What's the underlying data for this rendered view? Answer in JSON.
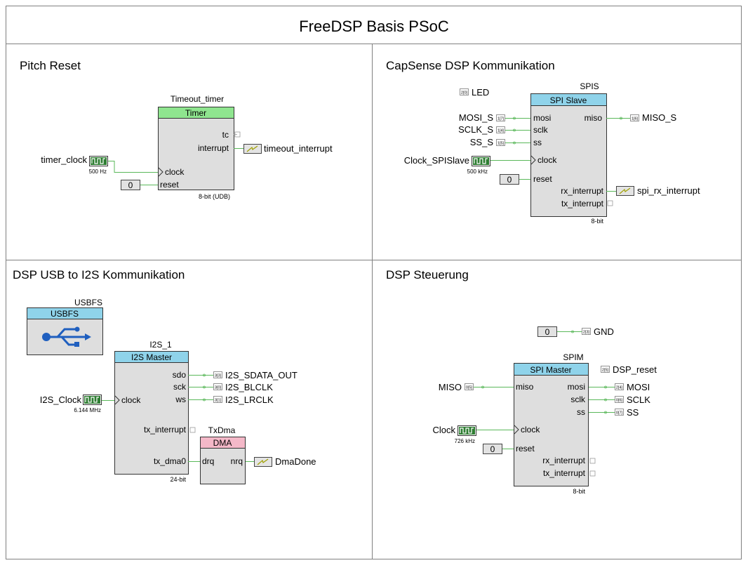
{
  "title": "FreeDSP Basis PSoC",
  "colors": {
    "timer_header": "#8fe58f",
    "spi_header": "#8fd3ea",
    "dma_header": "#f4b8c8",
    "component_fill": "#dedede",
    "wire": "#5ab85a",
    "clock_icon": "#2e7d32"
  },
  "pitch_reset": {
    "section_title": "Pitch Reset",
    "timer": {
      "instance": "Timeout_timer",
      "type": "Timer",
      "footer": "8-bit (UDB)",
      "pins": {
        "tc": "tc",
        "interrupt": "interrupt",
        "clock": "clock",
        "reset": "reset"
      }
    },
    "clock": {
      "name": "timer_clock",
      "freq": "500 Hz"
    },
    "reset_const": "0",
    "interrupt_name": "timeout_interrupt"
  },
  "capsense": {
    "section_title": "CapSense DSP Kommunikation",
    "led": {
      "name": "LED",
      "pin": "2[0]"
    },
    "spi": {
      "instance": "SPIS",
      "type": "SPI Slave",
      "footer": "8-bit",
      "pins": {
        "mosi": "mosi",
        "miso": "miso",
        "sclk": "sclk",
        "ss": "ss",
        "clock": "clock",
        "reset": "reset",
        "rx_interrupt": "rx_interrupt",
        "tx_interrupt": "tx_interrupt"
      }
    },
    "inputs": [
      {
        "name": "MOSI_S",
        "pin": "1[7]"
      },
      {
        "name": "SCLK_S",
        "pin": "1[4]"
      },
      {
        "name": "SS_S",
        "pin": "1[5]"
      }
    ],
    "output": {
      "name": "MISO_S",
      "pin": "1[6]"
    },
    "clock": {
      "name": "Clock_SPISlave",
      "freq": "500 kHz"
    },
    "reset_const": "0",
    "interrupt_name": "spi_rx_interrupt"
  },
  "usb_i2s": {
    "section_title": "DSP USB to I2S Kommunikation",
    "usb": {
      "instance": "USBFS",
      "type": "USBFS"
    },
    "i2s": {
      "instance": "I2S_1",
      "type": "I2S Master",
      "footer": "24-bit",
      "pins": {
        "sdo": "sdo",
        "sck": "sck",
        "ws": "ws",
        "clock": "clock",
        "tx_interrupt": "tx_interrupt",
        "tx_dma0": "tx_dma0"
      }
    },
    "outputs": [
      {
        "name": "I2S_SDATA_OUT",
        "pin": "3[3]"
      },
      {
        "name": "I2S_BLCLK",
        "pin": "3[0]"
      },
      {
        "name": "I2S_LRCLK",
        "pin": "3[1]"
      }
    ],
    "clock": {
      "name": "I2S_Clock",
      "freq": "6.144 MHz"
    },
    "dma": {
      "instance": "TxDma",
      "type": "DMA",
      "pins": {
        "drq": "drq",
        "nrq": "nrq"
      }
    },
    "interrupt_name": "DmaDone"
  },
  "steuerung": {
    "section_title": "DSP Steuerung",
    "gnd": {
      "const": "0",
      "name": "GND",
      "pin": "2[3]"
    },
    "reset_pin": {
      "name": "DSP_reset",
      "pin": "2[5]"
    },
    "spi": {
      "instance": "SPIM",
      "type": "SPI Master",
      "footer": "8-bit",
      "pins": {
        "miso": "miso",
        "mosi": "mosi",
        "sclk": "sclk",
        "ss": "ss",
        "clock": "clock",
        "reset": "reset",
        "rx_interrupt": "rx_interrupt",
        "tx_interrupt": "tx_interrupt"
      }
    },
    "input": {
      "name": "MISO",
      "pin": "0[5]"
    },
    "outputs": [
      {
        "name": "MOSI",
        "pin": "2[4]"
      },
      {
        "name": "SCLK",
        "pin": "0[6]"
      },
      {
        "name": "SS",
        "pin": "0[7]"
      }
    ],
    "clock": {
      "name": "Clock",
      "freq": "726 kHz"
    },
    "reset_const": "0"
  }
}
